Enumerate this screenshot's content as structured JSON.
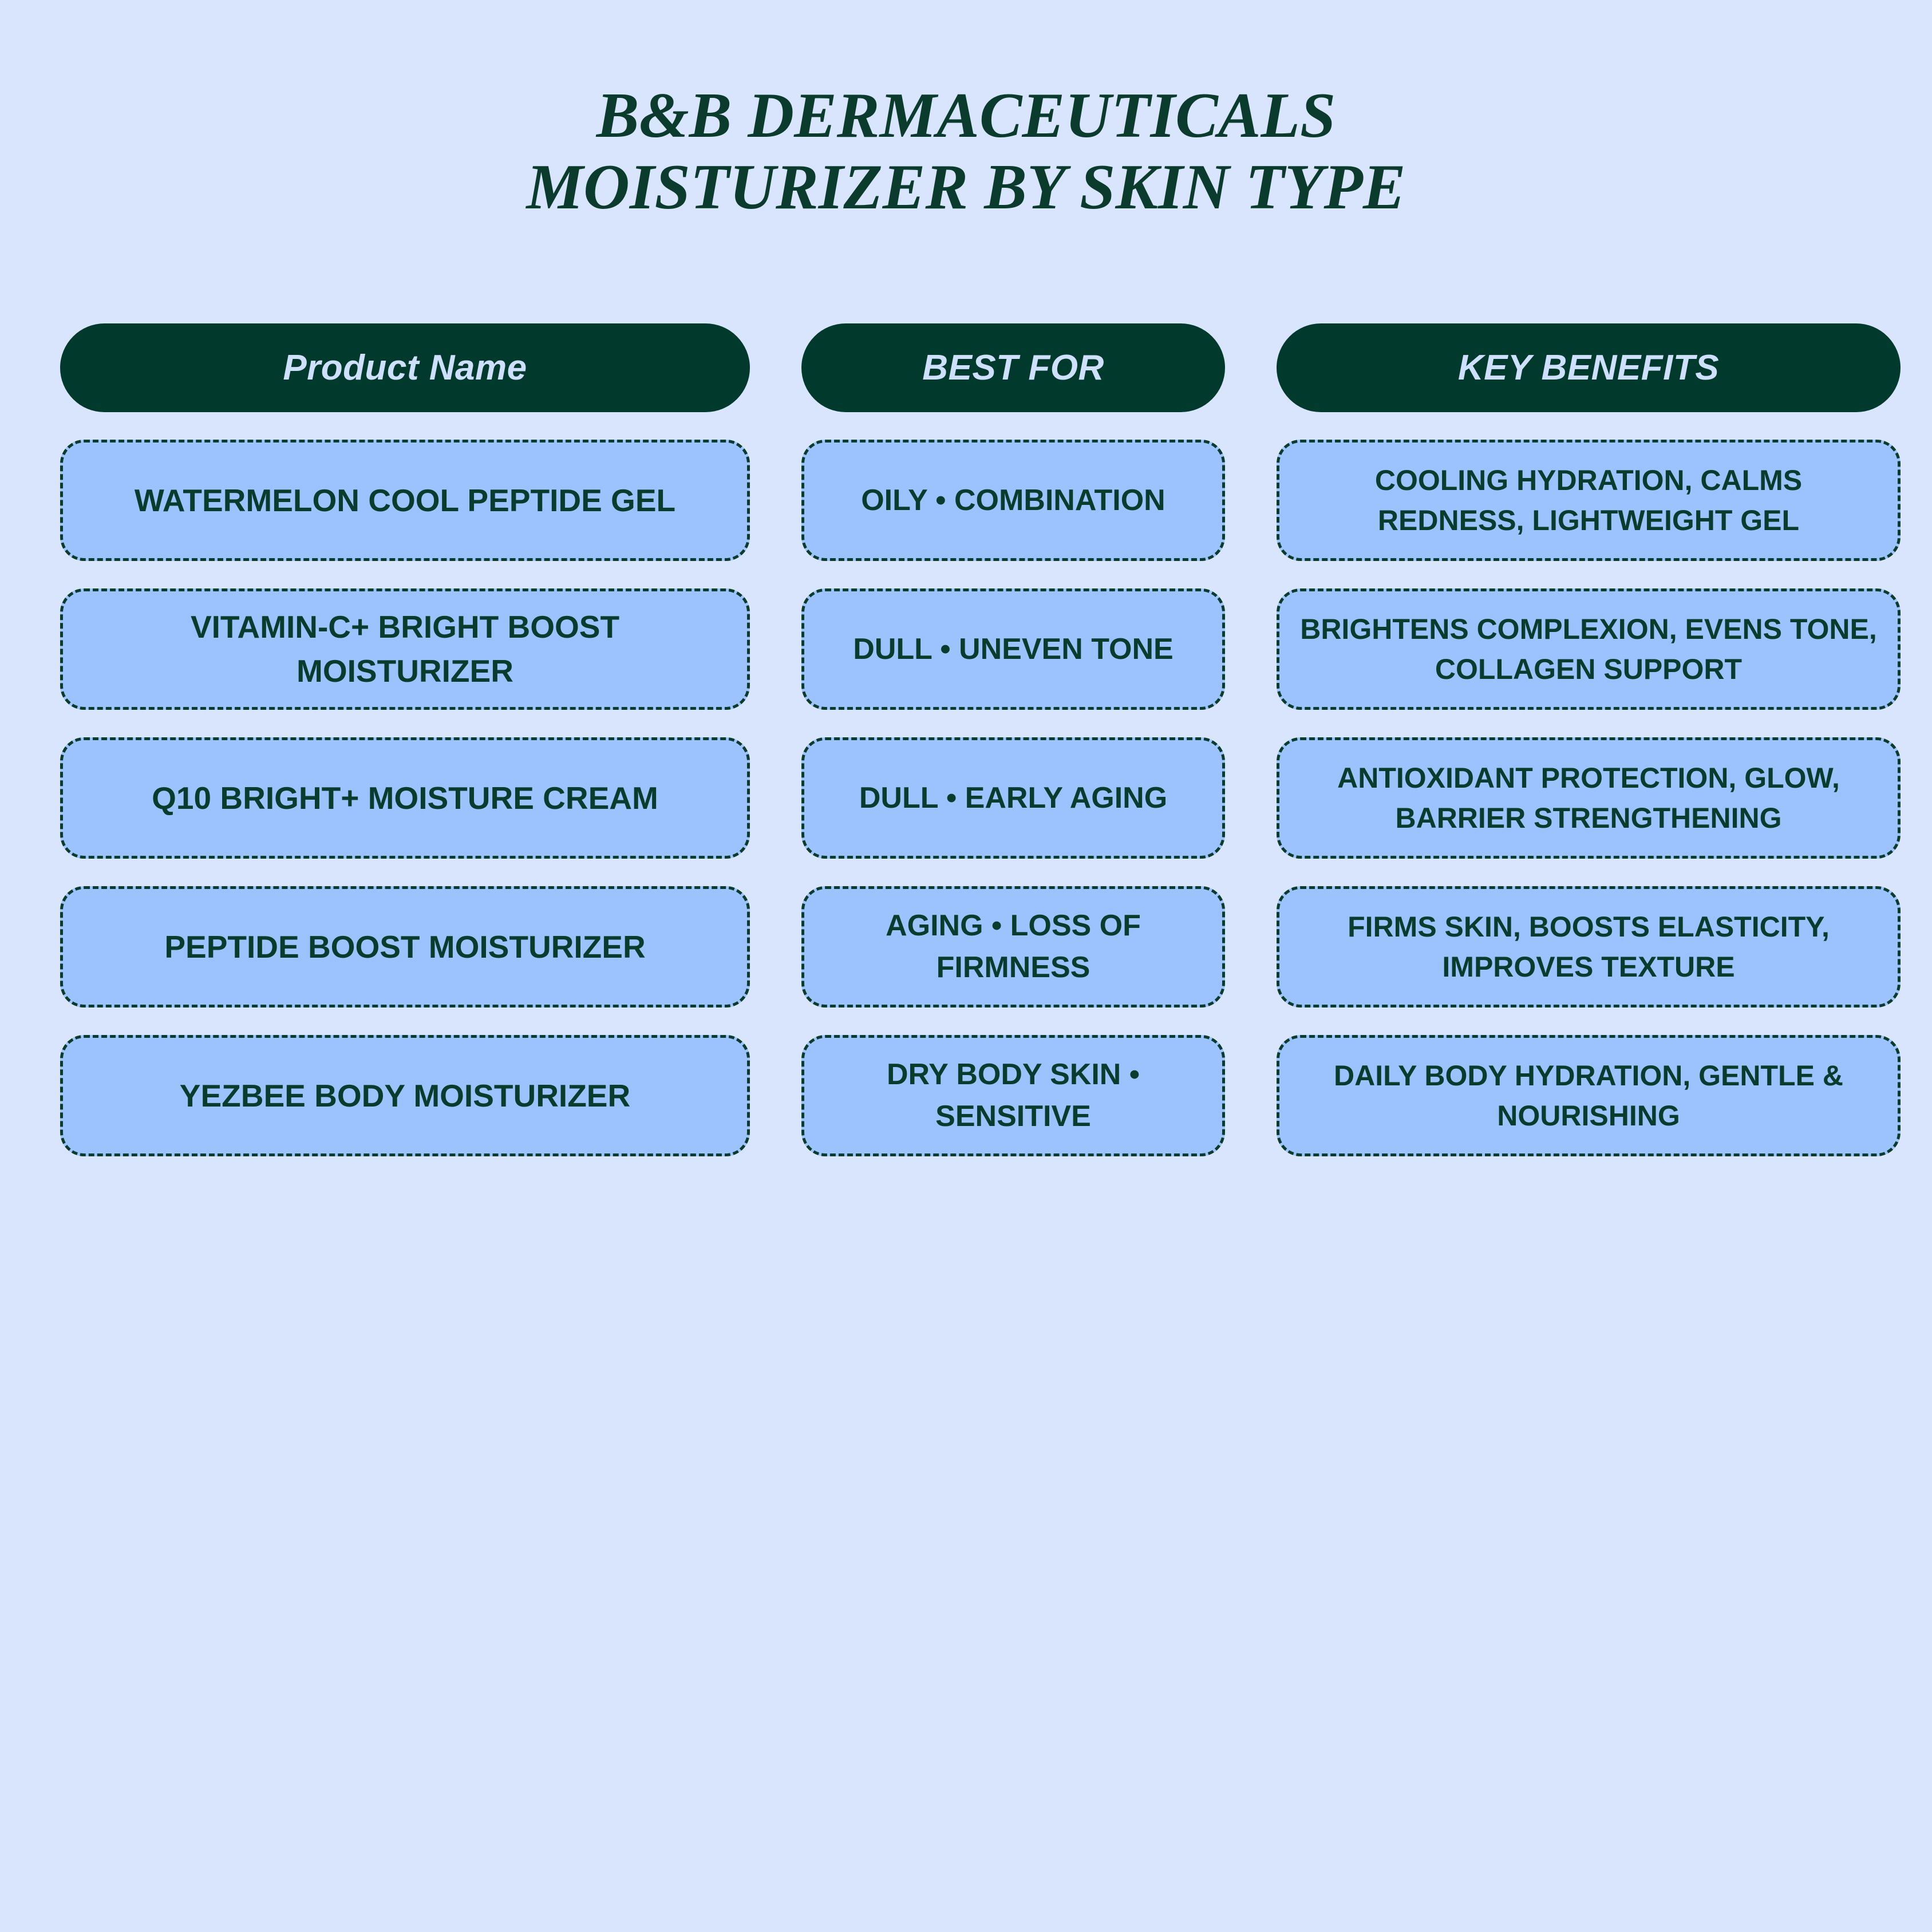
{
  "theme": {
    "background": "#d9e5fd",
    "dark_green": "#013a2c",
    "cell_fill": "#9cc3fd",
    "header_text": "#cfe0fd",
    "body_text": "#0b3b2c"
  },
  "title": {
    "line1": "B&B DERMACEUTICALS",
    "line2": "MOISTURIZER BY  SKIN TYPE"
  },
  "table": {
    "headers": {
      "product": "Product Name",
      "best_for": "BEST FOR",
      "key_benefits": "KEY BENEFITS"
    },
    "rows": [
      {
        "product": "WATERMELON COOL PEPTIDE GEL",
        "best_for": "OILY • COMBINATION",
        "key_benefits": "COOLING HYDRATION, CALMS REDNESS, LIGHTWEIGHT GEL"
      },
      {
        "product": "VITAMIN-C+ BRIGHT BOOST MOISTURIZER",
        "best_for": "DULL • UNEVEN TONE",
        "key_benefits": "BRIGHTENS COMPLEXION, EVENS TONE, COLLAGEN SUPPORT"
      },
      {
        "product": "Q10 BRIGHT+ MOISTURE CREAM",
        "best_for": "DULL • EARLY AGING",
        "key_benefits": "ANTIOXIDANT PROTECTION, GLOW, BARRIER STRENGTHENING"
      },
      {
        "product": "PEPTIDE BOOST MOISTURIZER",
        "best_for": "AGING • LOSS OF FIRMNESS",
        "key_benefits": "FIRMS SKIN, BOOSTS ELASTICITY, IMPROVES TEXTURE"
      },
      {
        "product": "YEZBEE BODY MOISTURIZER",
        "best_for": "DRY BODY SKIN • SENSITIVE",
        "key_benefits": "DAILY BODY HYDRATION, GENTLE & NOURISHING"
      }
    ]
  }
}
